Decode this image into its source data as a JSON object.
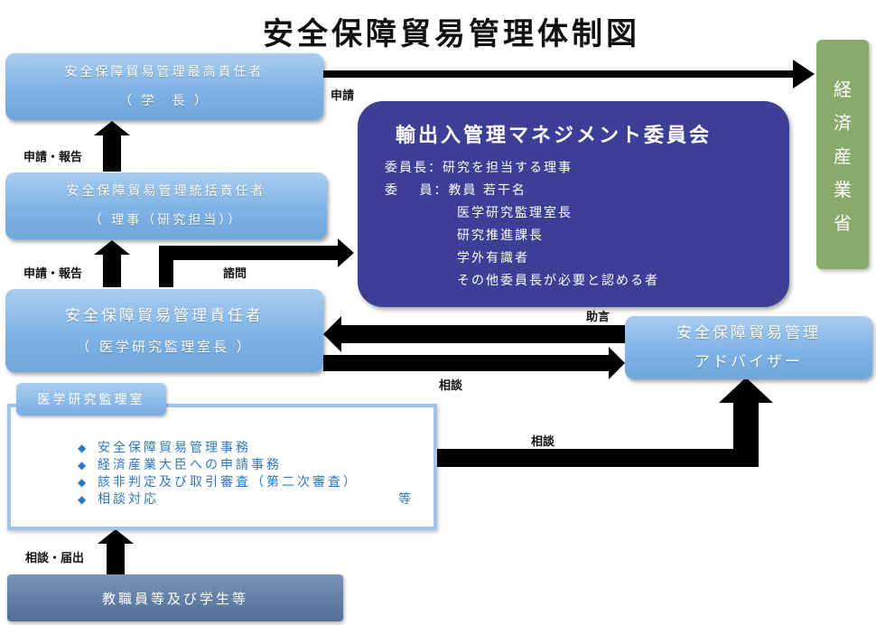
{
  "title": "安全保障貿易管理体制図",
  "boxes": {
    "chief": {
      "line1": "安全保障貿易管理最高責任者",
      "line2": "（ 学　長 ）"
    },
    "general": {
      "line1": "安全保障貿易管理統括責任者",
      "line2": "（ 理事（研究担当））"
    },
    "manager": {
      "line1": "安全保障貿易管理責任者",
      "line2": "（ 医学研究監理室長 ）"
    },
    "advisor": {
      "line1": "安全保障貿易管理",
      "line2": "アドバイザー"
    },
    "meti": [
      "経",
      "済",
      "産",
      "業",
      "省"
    ],
    "bottom": "教職員等及び学生等"
  },
  "committee": {
    "title": "輸出入管理マネジメント委員会",
    "chair": "委員長：研究を担当する理事",
    "members_label": "委　 員：教員 若干名",
    "members": [
      "医学研究監理室長",
      "研究推進課長",
      "学外有識者",
      "その他委員長が必要と認める者"
    ]
  },
  "office": {
    "title": "医学研究監理室",
    "tasks": [
      "安全保障貿易管理事務",
      "経済産業大臣への申請事務",
      "該非判定及び取引審査（第二次審査）",
      "相談対応"
    ],
    "suffix": "等"
  },
  "labels": {
    "apply_top": "申請",
    "report1": "申請・報告",
    "report2": "申請・報告",
    "consult_q": "諮問",
    "advice": "助言",
    "consult1": "相談",
    "consult2": "相談",
    "consult_notify": "相談・届出"
  }
}
